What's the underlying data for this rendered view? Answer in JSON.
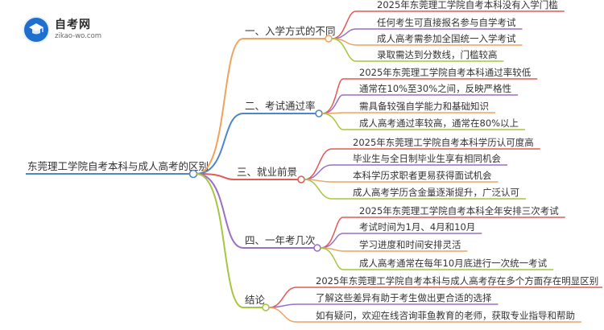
{
  "logo": {
    "name": "自考网",
    "domain": "zikao-wo.com",
    "icon": "graduation-cap-icon"
  },
  "root": "东莞理工学院自考本科与成人高考的区别",
  "branches": [
    {
      "title": "一、入学方式的不同",
      "color": "#f0a35e",
      "items": [
        "2025年东莞理工学院自考本科没有入学门槛",
        "任何考生可直接报名参与自学考试",
        "成人高考需参加全国统一入学考试",
        "录取需达到分数线，门槛较高"
      ]
    },
    {
      "title": "二、考试通过率",
      "color": "#4e86c6",
      "items": [
        "2025年东莞理工学院自考本科通过率较低",
        "通常在10%至30%之间，反映严格性",
        "需具备较强自学能力和基础知识",
        "成人高考通过率较高，通常在80%以上"
      ]
    },
    {
      "title": "三、就业前景",
      "color": "#e05a57",
      "items": [
        "2025年东莞理工学院自考本科学历认可度高",
        "毕业生与全日制毕业生享有相同机会",
        "本科学历求职者更易获得面试机会",
        "成人高考学历含金量逐渐提升，广泛认可"
      ]
    },
    {
      "title": "四、一年考几次",
      "color": "#9a6fc6",
      "items": [
        "2025年东莞理工学院自考本科全年安排三次考试",
        "考试时间为1月、4月和10月",
        "学习进度和时间安排灵活",
        "成人高考通常在每年10月底进行一次统一考试"
      ]
    },
    {
      "title": "结论",
      "color": "#a6c640",
      "items": [
        "2025年东莞理工学院自考本科与成人高考存在多个方面存在明显区别",
        "了解这些差异有助于考生做出更合适的选择",
        "如有疑问，欢迎在线咨询菲鱼教育的老师，获取专业指导和帮助"
      ]
    }
  ],
  "colors": {
    "root_line": "#4e86c6",
    "child_line_1": "#e05a57",
    "child_line_2": "#9a6fc6",
    "child_line_3": "#f0a35e",
    "child_line_4": "#a6c640",
    "child_line_5": "#4e86c6"
  }
}
